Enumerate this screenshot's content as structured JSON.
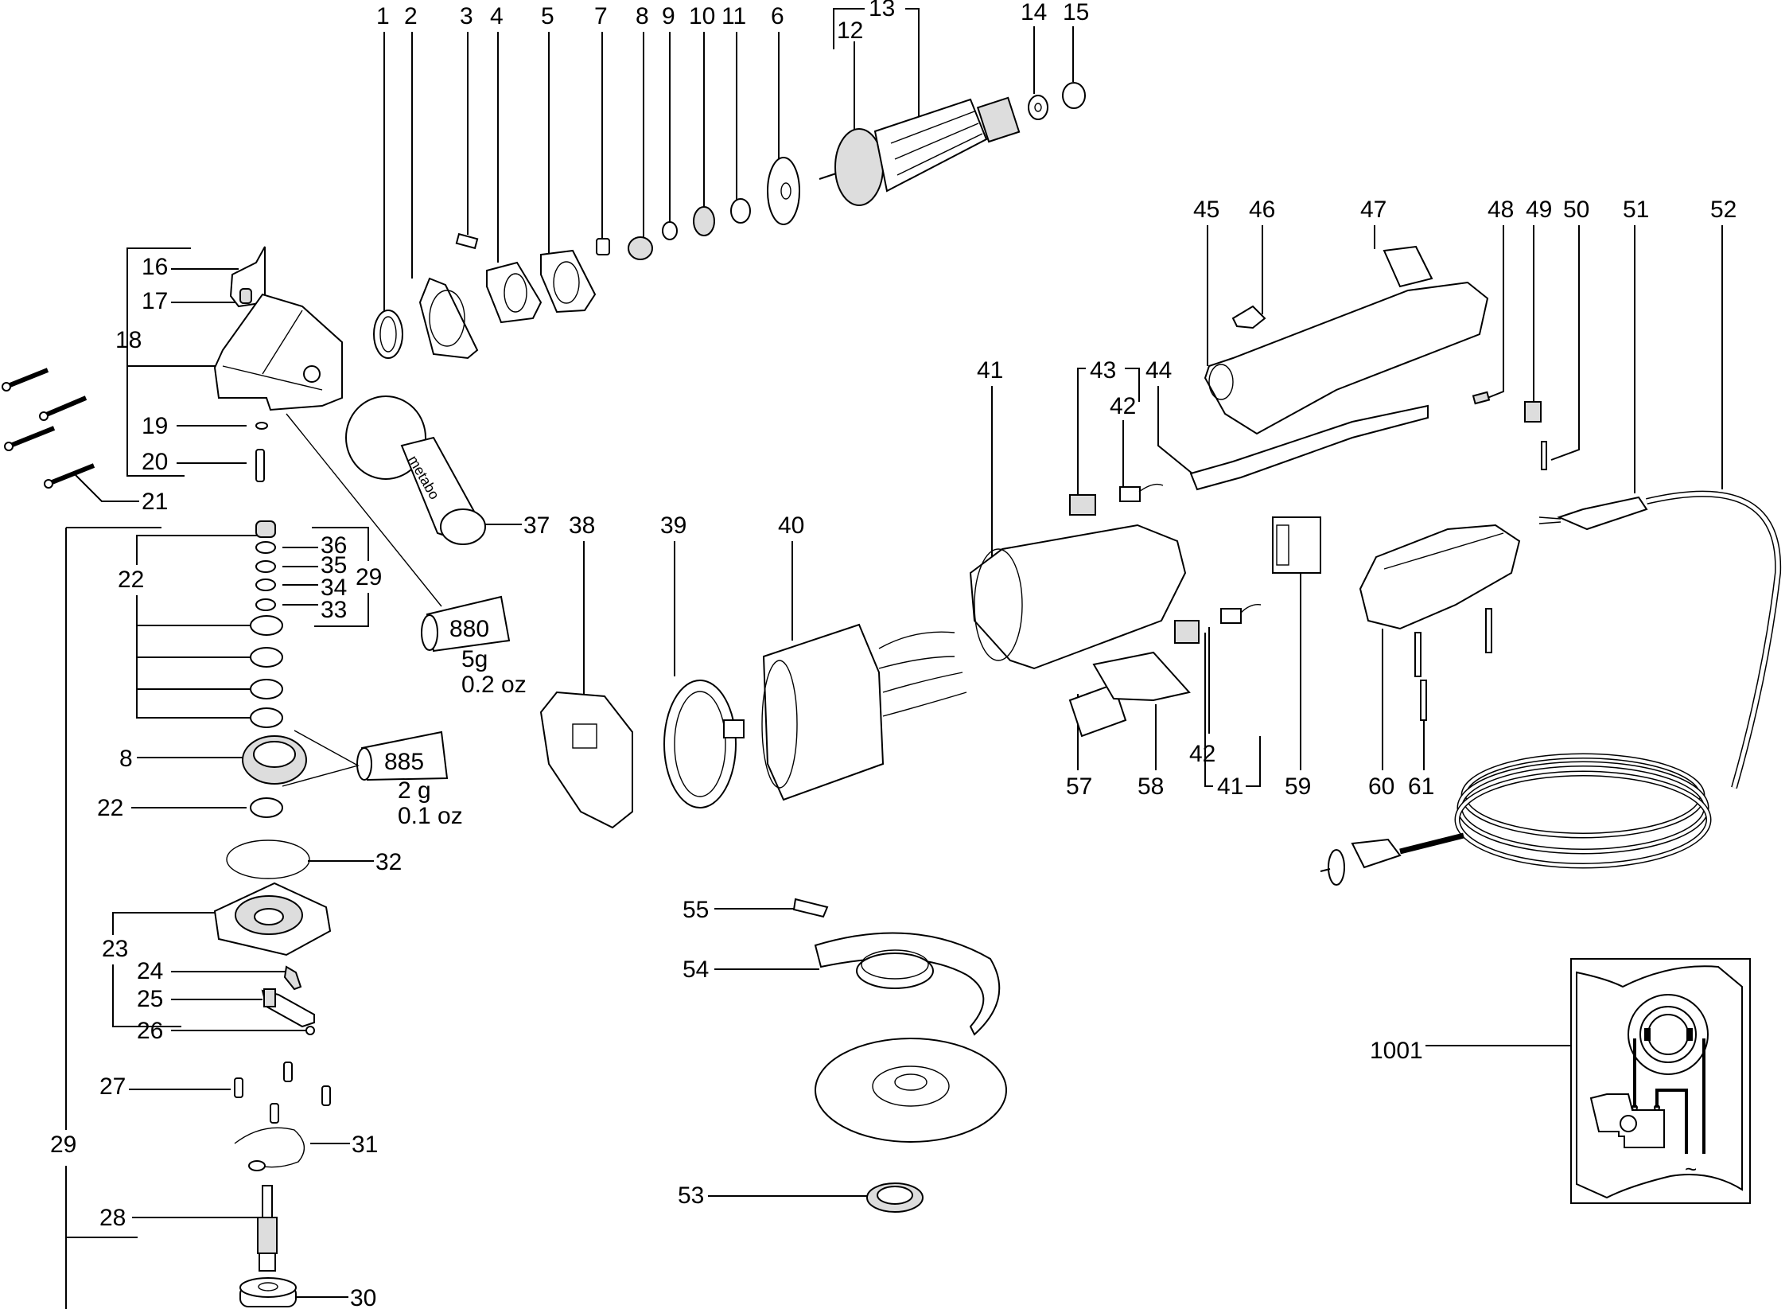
{
  "diagram": {
    "title": "Angle grinder exploded parts diagram",
    "labels": {
      "p1": "1",
      "p2": "2",
      "p3": "3",
      "p4": "4",
      "p5": "5",
      "p6": "6",
      "p7": "7",
      "p8": "8",
      "p9": "9",
      "p10": "10",
      "p11": "11",
      "p12": "12",
      "p13": "13",
      "p14": "14",
      "p15": "15",
      "p16": "16",
      "p17": "17",
      "p18": "18",
      "p19": "19",
      "p20": "20",
      "p21": "21",
      "p22": "22",
      "p23": "23",
      "p24": "24",
      "p25": "25",
      "p26": "26",
      "p27": "27",
      "p28": "28",
      "p29": "29",
      "p30": "30",
      "p31": "31",
      "p32": "32",
      "p33": "33",
      "p34": "34",
      "p35": "35",
      "p36": "36",
      "p37": "37",
      "p38": "38",
      "p39": "39",
      "p40": "40",
      "p41": "41",
      "p42": "42",
      "p43": "43",
      "p44": "44",
      "p45": "45",
      "p46": "46",
      "p47": "47",
      "p48": "48",
      "p49": "49",
      "p50": "50",
      "p51": "51",
      "p52": "52",
      "p53": "53",
      "p54": "54",
      "p55": "55",
      "p57": "57",
      "p58": "58",
      "p59": "59",
      "p60": "60",
      "p61": "61",
      "p1001": "1001"
    },
    "grease": [
      {
        "code": "880",
        "weight": "5g",
        "weight_oz": "0.2 oz"
      },
      {
        "code": "885",
        "weight": "2 g",
        "weight_oz": "0.1 oz"
      }
    ],
    "handle_brand": "metabo",
    "wiring_symbol": "~"
  }
}
